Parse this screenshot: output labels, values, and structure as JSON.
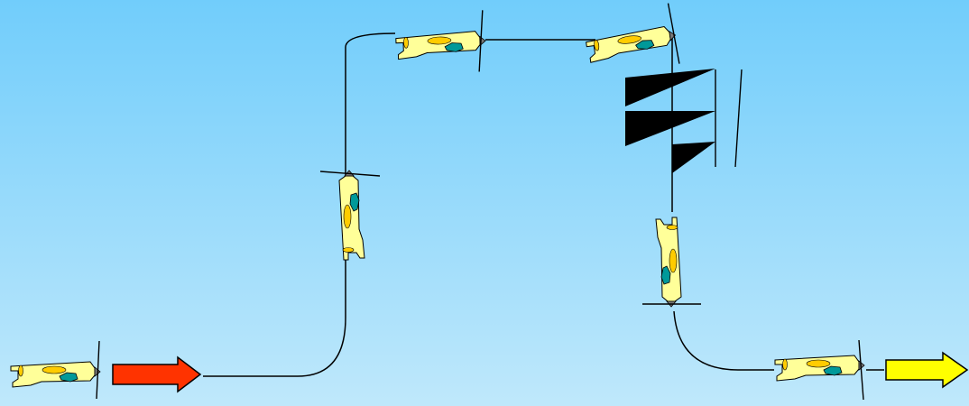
{
  "colors": {
    "sky_top": "#71cdfb",
    "sky_bottom": "#bfe8fb",
    "plane_fill": "#ffff99",
    "canopy": "#009999",
    "marking": "#ffcc00",
    "entry_arrow": "#ff3300",
    "exit_arrow": "#ffff00",
    "line": "#000000"
  },
  "icons": {
    "plane": "aircraft-icon",
    "entry_arrow": "arrow-right-icon",
    "exit_arrow": "arrow-right-icon",
    "snap_roll_flags": "triangle-flag-icon"
  },
  "figure": {
    "maneuver_sequence": [
      "entry-level",
      "quarter-loop-up",
      "vertical-up",
      "quarter-loop-to-level",
      "level",
      "vertical-down-with-three-rolls",
      "quarter-loop-to-level",
      "exit-level"
    ],
    "roll_flag_count": 3
  }
}
